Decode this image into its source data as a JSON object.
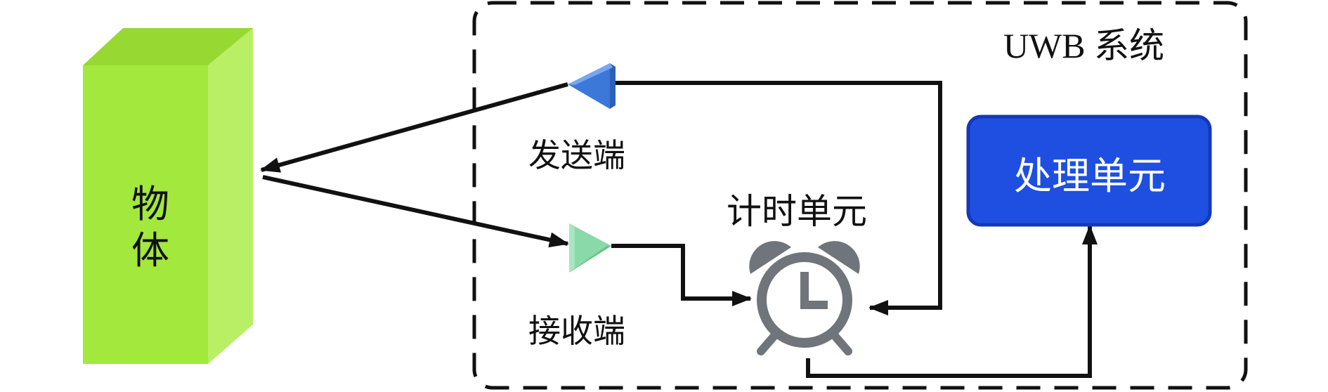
{
  "uwb_system": {
    "title": "UWB 系统"
  },
  "object": {
    "label": "物体"
  },
  "transmitter": {
    "label": "发送端"
  },
  "receiver": {
    "label": "接收端"
  },
  "timing_unit": {
    "label": "计时单元"
  },
  "processing_unit": {
    "label": "处理单元"
  },
  "colors": {
    "object_front": "#a3e83c",
    "object_side": "#b9ef64",
    "object_top": "#97d932",
    "transmitter": "#3b78d8",
    "receiver": "#8ad9a8",
    "processing_unit": "#1f4fe0",
    "processing_border": "#1438b8",
    "clock": "#6f757a",
    "line": "#111111"
  }
}
